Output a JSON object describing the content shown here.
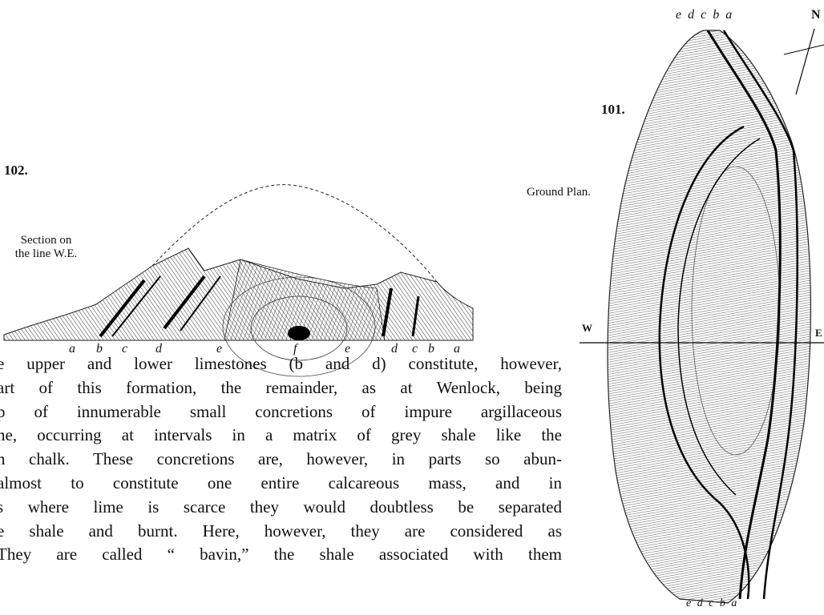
{
  "figure_102": {
    "number": "102.",
    "caption_line1": "Section on",
    "caption_line2": "the line W.E.",
    "labels": [
      "a",
      "b",
      "c",
      "d",
      "e",
      "f",
      "e",
      "d",
      "c",
      "b",
      "a"
    ]
  },
  "figure_101": {
    "number": "101.",
    "caption": "Ground Plan.",
    "top_letters": "e d c b a",
    "bottom_letters": "e d c b a",
    "compass_n": "N",
    "compass_w": "W",
    "compass_e": "E"
  },
  "body_text": {
    "lines": [
      "e upper and lower limestones (b and d) constitute, however,",
      "art of this formation, the remainder, as at Wenlock, being",
      "p of innumerable small concretions of impure argillaceous",
      "ne, occurring at intervals in a matrix of grey shale like the",
      "n chalk. These concretions are, however, in parts so abun-",
      "almost to constitute one entire calcareous mass, and in",
      "s where lime is scarce they would doubtless be separated",
      "e shale and burnt. Here, however, they are considered as",
      "They are called “ bavin,” the shale associated with them"
    ]
  }
}
